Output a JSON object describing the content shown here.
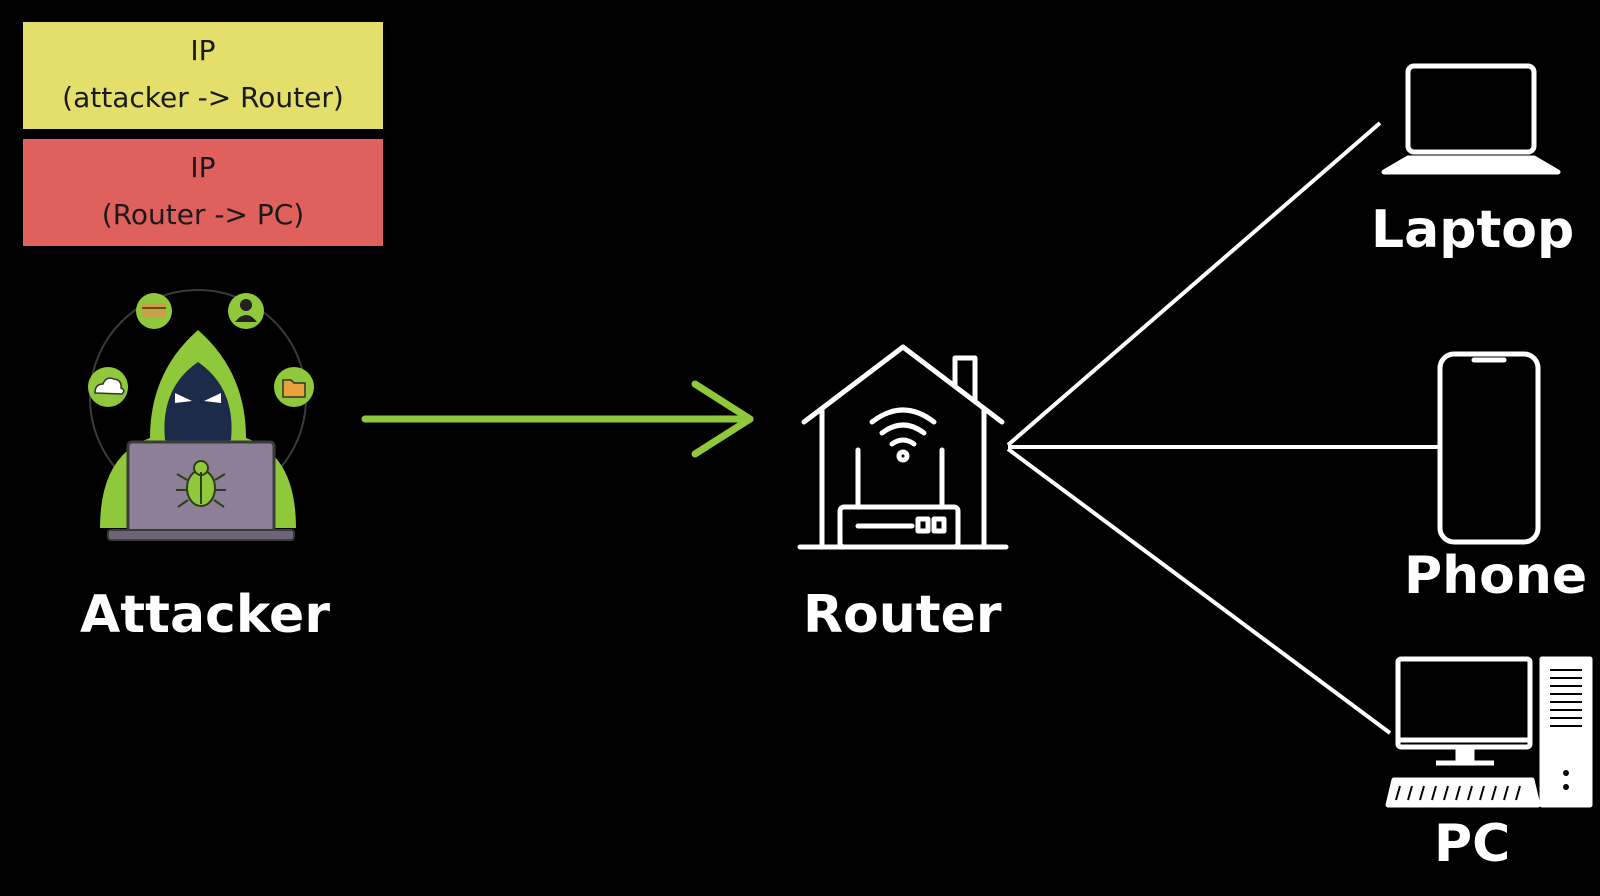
{
  "headers": [
    {
      "line1": "IP",
      "line2": "(attacker -> Router)",
      "color": "#e3df6a"
    },
    {
      "line1": "IP",
      "line2": "(Router -> PC)",
      "color": "#e0605d"
    }
  ],
  "nodes": {
    "attacker": "Attacker",
    "router": "Router",
    "laptop": "Laptop",
    "phone": "Phone",
    "pc": "PC"
  },
  "colors": {
    "background": "#000000",
    "arrow": "#8fc83a",
    "lines": "#ffffff",
    "hacker_green": "#8fc83a",
    "laptop_screen": "#8d7f98"
  },
  "icons": [
    "hacker-icon",
    "router-house-icon",
    "laptop-icon",
    "phone-icon",
    "pc-icon"
  ]
}
